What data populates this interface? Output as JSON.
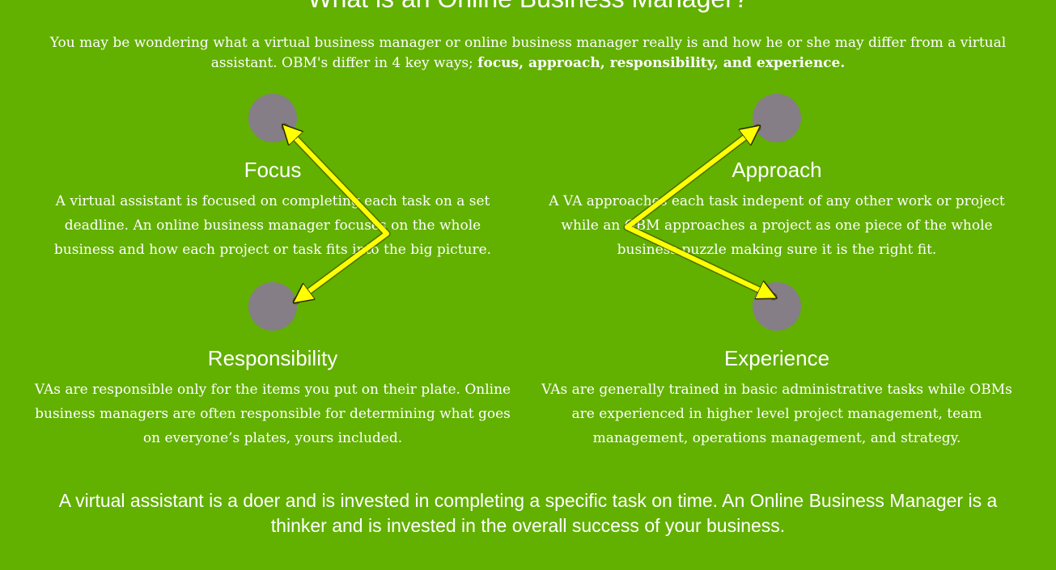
{
  "page_title": "What is an Online Business Manager?",
  "intro": {
    "text": "You may be wondering what a virtual business manager or online business manager really is and how he or she may differ from a virtual assistant. OBM's differ in 4 key ways; ",
    "bold": "focus, approach, responsibility, and experience."
  },
  "cards": {
    "focus": {
      "title": "Focus",
      "text": "A virtual assistant is focused on completing each task on a set deadline. An online business manager focuses on the whole business and how each project or task fits into the big picture."
    },
    "approach": {
      "title": "Approach",
      "text": "A VA approaches each task indepent of any other work or project while an OBM approaches a project as one piece of the whole business puzzle making sure it is the right fit."
    },
    "responsibility": {
      "title": "Responsibility",
      "text": "VAs are responsible only for the items you put on their plate. Online business managers are often responsible for determining what goes on everyone’s plates, yours included."
    },
    "experience": {
      "title": "Experience",
      "text": "VAs are generally trained in basic administrative tasks while OBMs are experienced in higher level project management, team management, operations management, and strategy."
    }
  },
  "summary": "A virtual assistant is a doer and is invested in completing a specific task on time. An Online Business Manager is a thinker and is invested in the overall success of your business.",
  "colors": {
    "background": "#62b000",
    "circle": "#857e86",
    "arrow": "#ffff00",
    "text": "#ffffff"
  }
}
